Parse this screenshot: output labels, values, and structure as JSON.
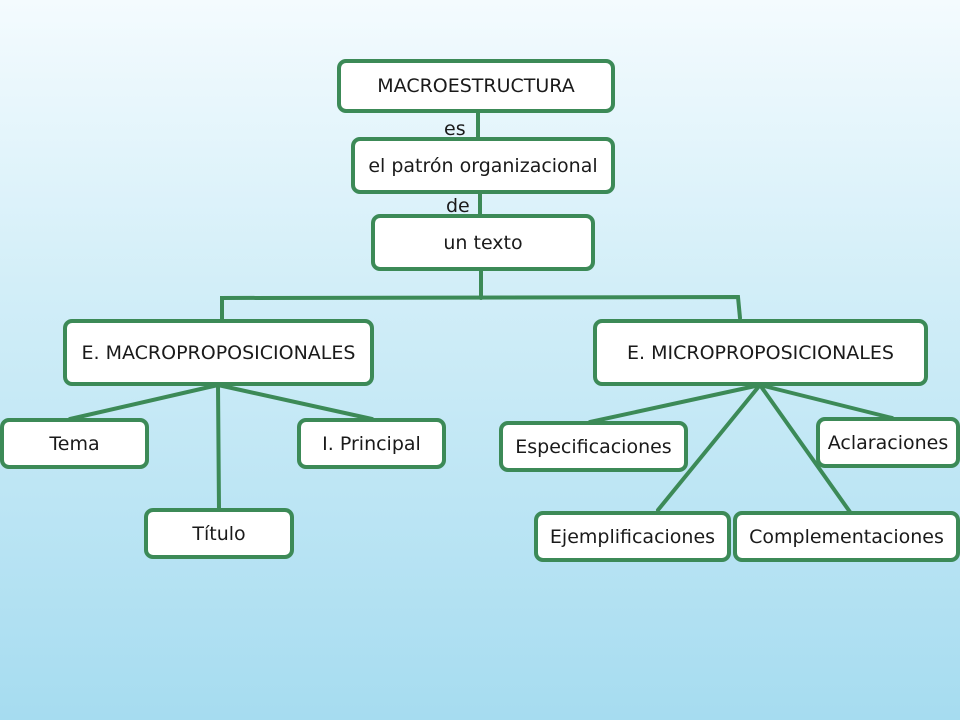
{
  "colors": {
    "node_border": "#3c8a57",
    "connector": "#3c8a57",
    "node_fill": "#ffffff"
  },
  "nodes": {
    "root": "MACROESTRUCTURA",
    "pattern": "el patrón organizacional",
    "text": "un texto",
    "macro": "E. MACROPROPOSICIONALES",
    "micro": "E. MICROPROPOSICIONALES",
    "tema": "Tema",
    "titulo": "Título",
    "principal": "I. Principal",
    "especificaciones": "Especificaciones",
    "ejemplificaciones": "Ejemplificaciones",
    "complementaciones": "Complementaciones",
    "aclaraciones": "Aclaraciones"
  },
  "link_labels": {
    "es": "es",
    "de": "de"
  }
}
